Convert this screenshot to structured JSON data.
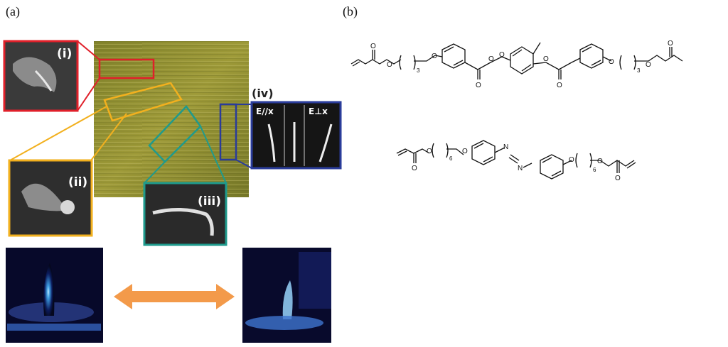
{
  "panels": {
    "a": "(a)",
    "b": "(b)"
  },
  "insets": {
    "i": "(i)",
    "ii": "(ii)",
    "iii": "(iii)",
    "iv": "(iv)",
    "e_parallel": "E//x",
    "e_perp": "E⊥x"
  },
  "colors": {
    "inset_i": "#e0202a",
    "inset_ii": "#f2b01e",
    "inset_iii": "#1f9a8c",
    "inset_iv": "#2a3c9a",
    "arrow": "#f39a4a"
  },
  "molecule1": {
    "atoms": {
      "o_top_carbonyl_1": "O",
      "o_ester_1": "O",
      "o_ether_1": "O",
      "n_1": "3",
      "o_ester_2": "O",
      "o_carbonyl_2": "O",
      "o_ester_3": "O",
      "o_ester_4": "O",
      "o_carbonyl_3": "O",
      "o_ether_2": "O",
      "n_2": "3",
      "o_ester_5": "O",
      "o_top_carbonyl_2": "O"
    }
  },
  "molecule2": {
    "atoms": {
      "o_carbonyl_1": "O",
      "o_ester_1": "O",
      "n_1": "6",
      "o_ether_1": "O",
      "n_a": "N",
      "n_b": "N",
      "o_ether_2": "O",
      "n_2": "6",
      "o_ester_2": "O",
      "o_carbonyl_2": "O"
    }
  }
}
